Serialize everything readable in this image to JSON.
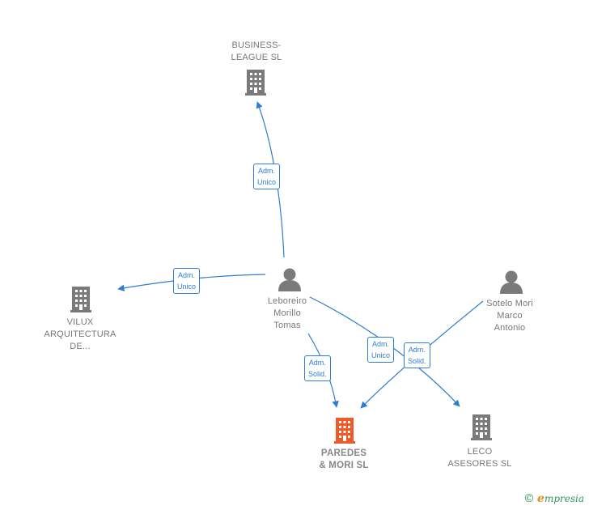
{
  "nodes": {
    "business_league": {
      "line1": "BUSINESS-",
      "line2": "LEAGUE  SL"
    },
    "vilux": {
      "line1": "VILUX",
      "line2": "ARQUITECTURA",
      "line3": "DE..."
    },
    "leboreiro": {
      "line1": "Leboreiro",
      "line2": "Morillo",
      "line3": "Tomas"
    },
    "sotelo": {
      "line1": "Sotelo Mori",
      "line2": "Marco",
      "line3": "Antonio"
    },
    "paredes": {
      "line1": "PAREDES",
      "line2": "& MORI  SL"
    },
    "leco": {
      "line1": "LECO",
      "line2": "ASESORES  SL"
    }
  },
  "edges": {
    "to_business_league": {
      "line1": "Adm.",
      "line2": "Unico"
    },
    "to_vilux": {
      "line1": "Adm.",
      "line2": "Unico"
    },
    "leboreiro_to_paredes": {
      "line1": "Adm.",
      "line2": "Solid."
    },
    "leboreiro_to_leco": {
      "line1": "Adm.",
      "line2": "Unico"
    },
    "sotelo_to_paredes": {
      "line1": "Adm.",
      "line2": "Solid."
    }
  },
  "colors": {
    "edge": "#2d7dd2",
    "company_icon": "#7a7a7a",
    "main_company_icon": "#f05a28",
    "person_icon": "#7a7a7a"
  },
  "brand": {
    "copyright": "©",
    "first_letter": "e",
    "rest": "mpresia"
  }
}
